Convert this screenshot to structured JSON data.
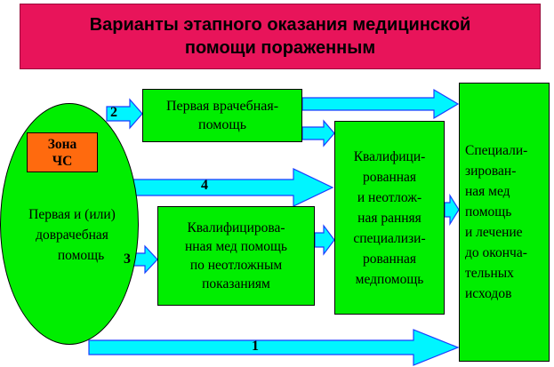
{
  "title": {
    "line1": "Варианты этапного оказания медицинской",
    "line2": "помощи пораженным"
  },
  "colors": {
    "title_bg": "#e8145a",
    "box_fill": "#00ee00",
    "zone_fill": "#ff6a0e",
    "arrow_fill": "#00f5ff",
    "arrow_outline": "#1a3cff"
  },
  "nodes": {
    "first_aid": {
      "lines": [
        "Первая и (или)",
        "доврачебная",
        "помощь"
      ]
    },
    "zone": {
      "lines": [
        "Зона",
        "ЧС"
      ]
    },
    "first_medical": {
      "lines": [
        "Первая врачебная-",
        "помощь"
      ]
    },
    "qualified_urgent": {
      "lines": [
        "Квалифицирова-",
        "нная мед помощь",
        "по неотложным",
        "показаниям"
      ]
    },
    "qualified_early": {
      "lines": [
        "Квалифици-",
        "рованная",
        "и неотлож-",
        "ная ранняя",
        "специализи-",
        "рованная",
        "медпомощь"
      ]
    },
    "specialized": {
      "lines": [
        "Специали-",
        "зирован-",
        "ная мед",
        "помощь",
        "и лечение",
        "до оконча-",
        "тельных",
        "исходов"
      ]
    }
  },
  "arrow_labels": {
    "route1": "1",
    "route2": "2",
    "route3": "3",
    "route4": "4"
  }
}
